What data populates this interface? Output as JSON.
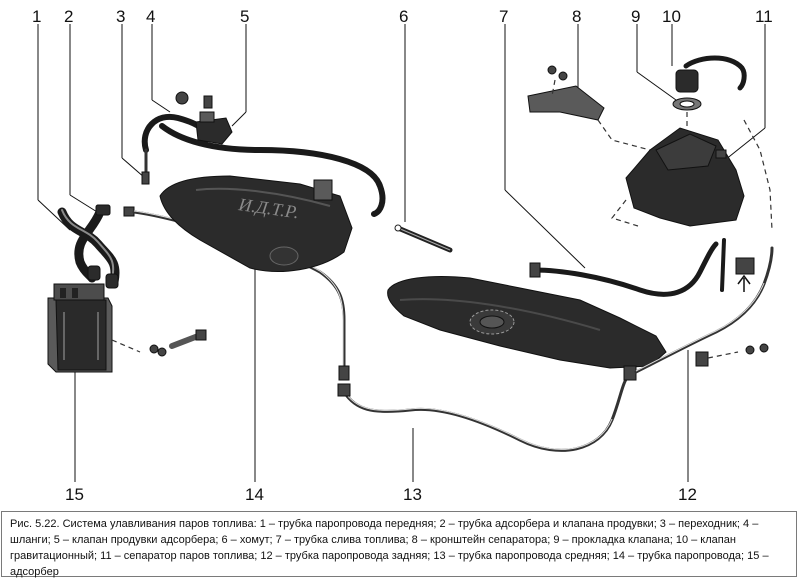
{
  "figure": {
    "callouts": [
      "1",
      "2",
      "3",
      "4",
      "5",
      "6",
      "7",
      "8",
      "9",
      "10",
      "11",
      "12",
      "13",
      "14",
      "15"
    ],
    "watermark": "И.Д.Т.Р.",
    "caption": "Рис. 5.22. Система улавливания паров топлива: 1 – трубка паропровода передняя; 2 – трубка адсорбера и клапана продувки; 3 – переходник; 4 – шланги; 5 – клапан продувки адсорбера; 6 – хомут; 7 – трубка слива топлива; 8 – кронштейн сепаратора; 9 – прокладка клапана; 10 – клапан гравитационный; 11 – сепаратор паров топлива; 12 – трубка паропровода задняя; 13 – трубка паропровода средняя; 14 – трубка паропровода; 15 – адсорбер"
  }
}
